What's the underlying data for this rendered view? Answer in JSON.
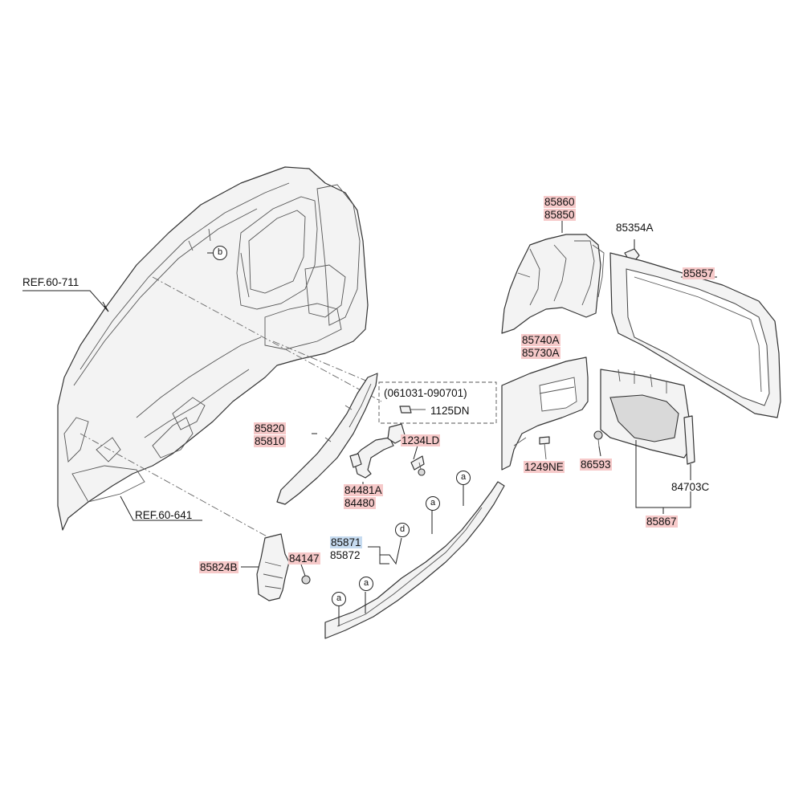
{
  "references": {
    "ref_60_711": "REF.60-711",
    "ref_60_641": "REF.60-641"
  },
  "markers": {
    "b": "b",
    "d": "d",
    "a": "a"
  },
  "parts": {
    "p85860": "85860",
    "p85850": "85850",
    "p85354A": "85354A",
    "p85857": "85857",
    "p85740A": "85740A",
    "p85730A": "85730A",
    "p85820": "85820",
    "p85810": "85810",
    "p1125DN": "1125DN",
    "p1234LD": "1234LD",
    "p84481A": "84481A",
    "p84480": "84480",
    "p1249NE": "1249NE",
    "p86593": "86593",
    "p84703C": "84703C",
    "p85867": "85867",
    "p85871": "85871",
    "p85872": "85872",
    "p85824B": "85824B",
    "p84147": "84147"
  },
  "date_range": "(061031-090701)",
  "highlight_colors": {
    "red": "#f6c9c9",
    "blue": "#c6dbf0"
  }
}
